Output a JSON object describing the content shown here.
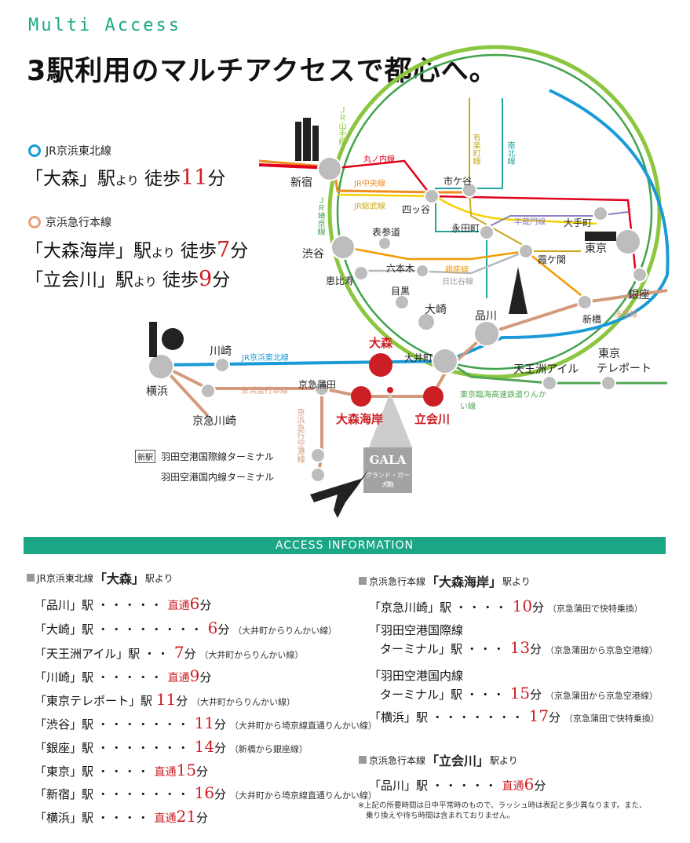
{
  "header": {
    "eyebrow": "Multi Access",
    "headline": "3駅利用のマルチアクセスで都心へ。"
  },
  "routes": [
    {
      "line": "JR京浜東北線",
      "dot_color": "#1a9ad6",
      "station": "「大森」駅",
      "yori": "より",
      "verb": "徒歩",
      "minutes": "11",
      "unit": "分"
    },
    {
      "line": "京浜急行本線",
      "dot_color": "#e8a07a",
      "station": "「大森海岸」駅",
      "yori": "より",
      "verb": "徒歩",
      "minutes": "7",
      "unit": "分"
    },
    {
      "line": "",
      "dot_color": "",
      "station": "「立会川」駅",
      "yori": "より",
      "verb": "徒歩",
      "minutes": "9",
      "unit": "分"
    }
  ],
  "map": {
    "colors": {
      "yamanote": "#8cc63f",
      "keihin_tohoku": "#1a9ad6",
      "keikyu": "#d49a7c",
      "chuo": "#f08c1e",
      "marunouchi": "#e0001b",
      "rinkai": "#52a654",
      "keikyu_airport": "#d49a7c",
      "yurakucho": "#c9a81b",
      "nanboku": "#24a5a0",
      "hanzomon": "#8a7fbf",
      "hibiya": "#b5b8be",
      "ginza": "#f39a00",
      "saikyo": "#3fa34d",
      "sobu": "#f5d000"
    },
    "stations": {
      "shinjuku": "新宿",
      "shibuya": "渋谷",
      "ebisu": "恵比寿",
      "meguro": "目黒",
      "osaki": "大崎",
      "shinagawa": "品川",
      "omori": "大森",
      "oimachi": "大井町",
      "kawasaki": "川崎",
      "yokohama": "横浜",
      "keikyu_kamata": "京急蒲田",
      "omori_kaigan": "大森海岸",
      "tachiaigawa": "立会川",
      "keikyu_kawasaki": "京急川崎",
      "ichigaya": "市ケ谷",
      "yotsuya": "四ッ谷",
      "nagatacho": "永田町",
      "omotesando": "表参道",
      "roppongi": "六本木",
      "kasumigaseki": "霞ケ関",
      "otemachi": "大手町",
      "tokyo": "東京",
      "ginza": "銀座",
      "shimbashi": "新橋",
      "tennozu_line1": "天王洲アイル",
      "tokyo_teleport_a": "東京",
      "tokyo_teleport_b": "テレポート",
      "haneda_intl": "羽田空港国際線ターミナル",
      "haneda_dom": "羽田空港国内線ターミナル",
      "new_badge": "新駅"
    },
    "lines": {
      "yamanote": "ＪＲ山手線",
      "marunouchi": "丸ノ内線",
      "jr_chuo": "JR中央線",
      "jr_sobu": "JR総武線",
      "yurakucho": "有楽町線",
      "nanboku": "南北線",
      "hanzomon": "半蔵門線",
      "ginza": "銀座線",
      "hibiya": "日比谷線",
      "saikyo": "ＪＲ埼京線",
      "keihin_tohoku": "JR京浜東北線",
      "keikyu_main": "京浜急行本線",
      "keikyu_airport": "京浜急行空港線",
      "asakusa": "浅草線",
      "rinkai": "東京臨海高速鉄道りんかい線"
    },
    "property": {
      "logo": "GALA",
      "name": "グランド・ガーラ",
      "sub": "大森"
    }
  },
  "access": {
    "bar_title": "ACCESS INFORMATION",
    "left": {
      "line": "JR京浜東北線",
      "station": "「大森」",
      "suffix": "駅より",
      "rows": [
        {
          "name": "「品川」駅",
          "dots": "・・・・・",
          "direct": "直通",
          "time": "6",
          "unit": "分",
          "note": ""
        },
        {
          "name": "「大崎」駅",
          "dots": "・・・・・・・・",
          "direct": "",
          "time": "6",
          "unit": "分",
          "note": "（大井町からりんかい線）"
        },
        {
          "name": "「天王洲アイル」駅",
          "dots": "・・",
          "direct": "",
          "time": "7",
          "unit": "分",
          "note": "（大井町からりんかい線）"
        },
        {
          "name": "「川崎」駅",
          "dots": "・・・・・",
          "direct": "直通",
          "time": "9",
          "unit": "分",
          "note": ""
        },
        {
          "name": "「東京テレポート」駅",
          "dots": "",
          "direct": "",
          "time": "11",
          "unit": "分",
          "note": "（大井町からりんかい線）"
        },
        {
          "name": "「渋谷」駅",
          "dots": "・・・・・・・",
          "direct": "",
          "time": "11",
          "unit": "分",
          "note": "（大井町から埼京線直通りんかい線）"
        },
        {
          "name": "「銀座」駅",
          "dots": "・・・・・・・",
          "direct": "",
          "time": "14",
          "unit": "分",
          "note": "（新橋から銀座線）"
        },
        {
          "name": "「東京」駅",
          "dots": "・・・・",
          "direct": "直通",
          "time": "15",
          "unit": "分",
          "note": ""
        },
        {
          "name": "「新宿」駅",
          "dots": "・・・・・・・",
          "direct": "",
          "time": "16",
          "unit": "分",
          "note": "（大井町から埼京線直通りんかい線）"
        },
        {
          "name": "「横浜」駅",
          "dots": "・・・・",
          "direct": "直通",
          "time": "21",
          "unit": "分",
          "note": ""
        }
      ]
    },
    "right1": {
      "line": "京浜急行本線",
      "station": "「大森海岸」",
      "suffix": "駅より",
      "rows": [
        {
          "name": "「京急川崎」駅",
          "name2": "",
          "dots": "・・・・",
          "time": "10",
          "unit": "分",
          "note": "（京急蒲田で快特乗換）"
        },
        {
          "name": "「羽田空港国際線",
          "name2": "ターミナル」駅",
          "dots": "・・・",
          "time": "13",
          "unit": "分",
          "note": "（京急蒲田から京急空港線）"
        },
        {
          "name": "「羽田空港国内線",
          "name2": "ターミナル」駅",
          "dots": "・・・",
          "time": "15",
          "unit": "分",
          "note": "（京急蒲田から京急空港線）"
        },
        {
          "name": "「横浜」駅",
          "name2": "",
          "dots": "・・・・・・・",
          "time": "17",
          "unit": "分",
          "note": "（京急蒲田で快特乗換）"
        }
      ]
    },
    "right2": {
      "line": "京浜急行本線",
      "station": "「立会川」",
      "suffix": "駅より",
      "rows": [
        {
          "name": "「品川」駅",
          "dots": "・・・・・",
          "direct": "直通",
          "time": "6",
          "unit": "分"
        }
      ]
    },
    "footnote_1": "※上記の所要時間は日中平常時のもので、ラッシュ時は表記と多少異なります。また、",
    "footnote_2": "乗り換えや待ち時間は含まれておりません。"
  }
}
